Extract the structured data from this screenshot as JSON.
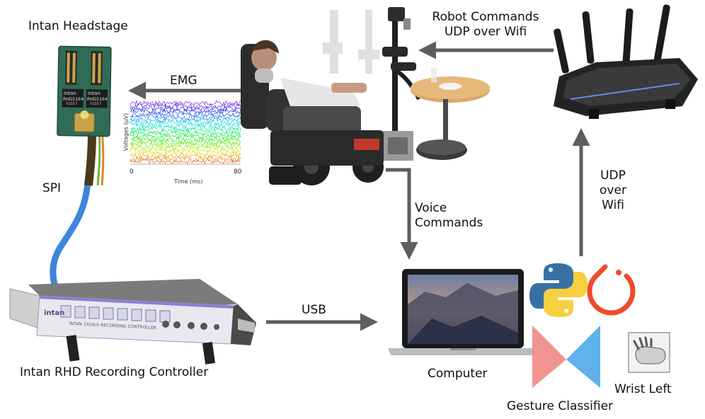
{
  "labels": {
    "headstage": "Intan Headstage",
    "spi": "SPI",
    "emg": "EMG",
    "robot_commands_line1": "Robot Commands",
    "robot_commands_line2": "UDP over Wifi",
    "voice_line1": "Voice",
    "voice_line2": "Commands",
    "udp_line1": "UDP",
    "udp_line2": "over",
    "udp_line3": "Wifi",
    "usb": "USB",
    "recording_controller": "Intan RHD Recording Controller",
    "computer": "Computer",
    "gesture_classifier": "Gesture Classifier",
    "wrist_left": "Wrist Left"
  },
  "emg_plot": {
    "ylabel": "Voltages (µV)",
    "xlabel": "Time (ms)",
    "x_ticks": [
      "0",
      "80"
    ]
  },
  "chip": {
    "brand": "intan",
    "model": "RHD2164",
    "version": "V1017"
  },
  "controller": {
    "brand": "intan",
    "model_text": "INTAN 1024ch RECORDING CONTROLLER"
  },
  "colors": {
    "arrow": "#5e5e5e",
    "cable_blue": "#3e86db",
    "pcb_green": "#2f6b55",
    "python_blue": "#3771a4",
    "python_yellow": "#f7cf3f",
    "pytorch_red": "#ee4c2c",
    "bowtie_pink": "#f0948f",
    "bowtie_blue": "#5fb2ea"
  },
  "icons": {
    "python": "python-logo-icon",
    "pytorch": "pytorch-logo-icon",
    "classifier": "bowtie-classifier-icon",
    "gesture": "hand-gesture-icon"
  }
}
